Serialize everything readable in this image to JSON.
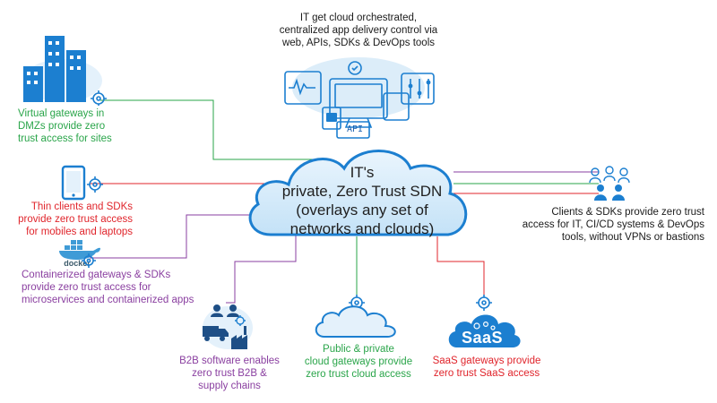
{
  "colors": {
    "green": "#2aa54a",
    "red": "#e0242b",
    "purple": "#8a3fa0",
    "cloud_fill": "#d6ecfa",
    "cloud_stroke": "#1c7fd0",
    "icon_blue": "#1c7fd0"
  },
  "center_cloud": {
    "lines": [
      "IT's",
      "private, Zero Trust SDN",
      "(overlays any set of",
      "networks and clouds)"
    ]
  },
  "top": {
    "lines": [
      "IT get cloud orchestrated,",
      "centralized app delivery control via",
      "web, APIs, SDKs & DevOps tools"
    ],
    "api_label": "API"
  },
  "dmz": {
    "lines": [
      "Virtual gateways in",
      "DMZs provide zero",
      "trust access for sites"
    ]
  },
  "thin_clients": {
    "lines": [
      "Thin clients and SDKs",
      "provide zero trust access",
      "for mobiles and laptops"
    ]
  },
  "containers": {
    "docker_label": "docker",
    "lines": [
      "Containerized gateways & SDKs",
      "provide zero trust access for",
      "microservices and containerized apps"
    ]
  },
  "b2b": {
    "lines": [
      "B2B software enables",
      "zero trust B2B &",
      "supply chains"
    ]
  },
  "public_cloud": {
    "lines": [
      "Public & private",
      "cloud gateways provide",
      "zero trust cloud access"
    ]
  },
  "saas": {
    "icon_label": "SaaS",
    "lines": [
      "SaaS gateways provide",
      "zero trust SaaS access"
    ]
  },
  "clients": {
    "lines": [
      "Clients & SDKs provide zero trust",
      "access for IT, CI/CD systems & DevOps",
      "tools, without VPNs or bastions"
    ]
  }
}
